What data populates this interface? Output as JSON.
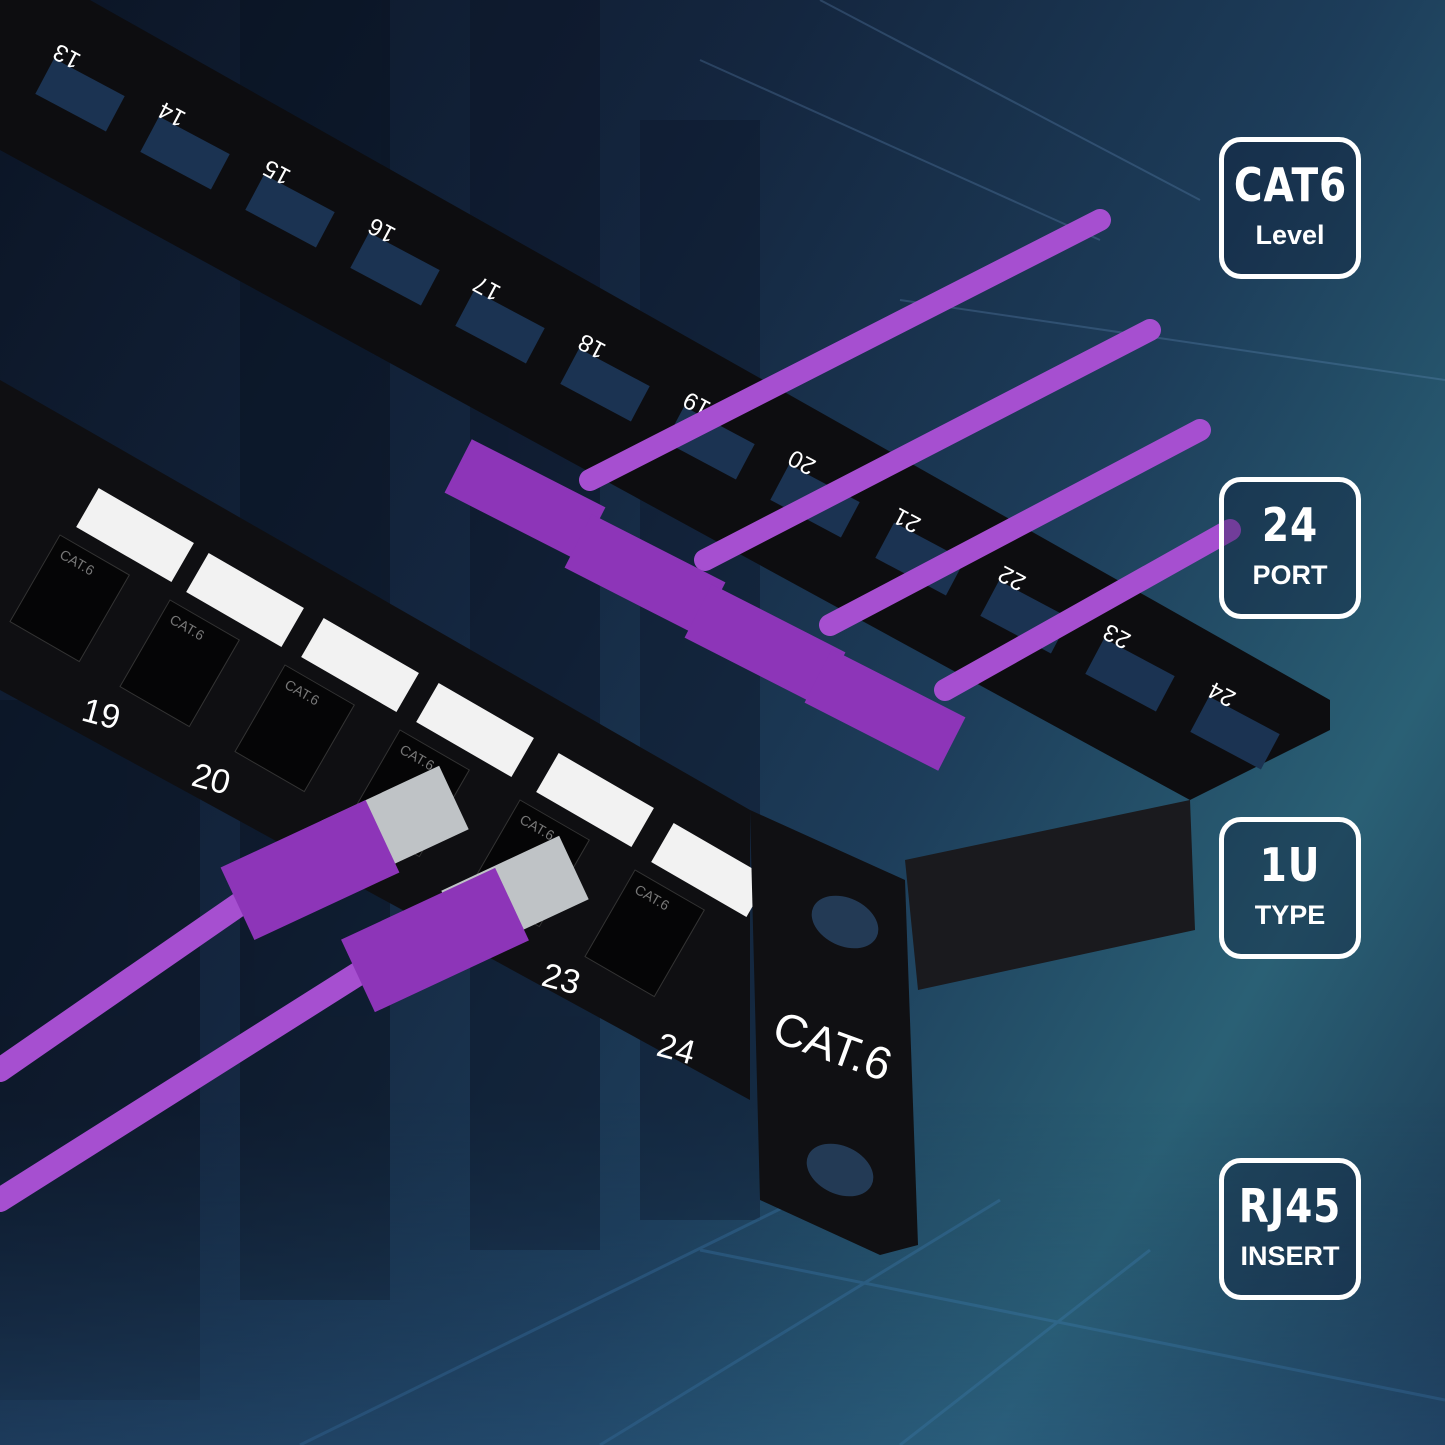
{
  "badges": [
    {
      "title": "CAT6",
      "subtitle": "Level"
    },
    {
      "title": "24",
      "subtitle": "PORT"
    },
    {
      "title": "1U",
      "subtitle": "TYPE"
    },
    {
      "title": "RJ45",
      "subtitle": "INSERT"
    }
  ],
  "panel": {
    "brand_text": "CAT.6",
    "front_port_numbers": [
      "19",
      "20",
      "23",
      "24"
    ],
    "top_port_numbers": [
      "13",
      "14",
      "15",
      "16",
      "17",
      "18",
      "19",
      "20",
      "21",
      "22",
      "23",
      "24"
    ],
    "jack_label": "CAT.6"
  },
  "colors": {
    "cable": "#a64fd0",
    "panel": "#0d0d0f",
    "badge_border": "#ffffff"
  }
}
